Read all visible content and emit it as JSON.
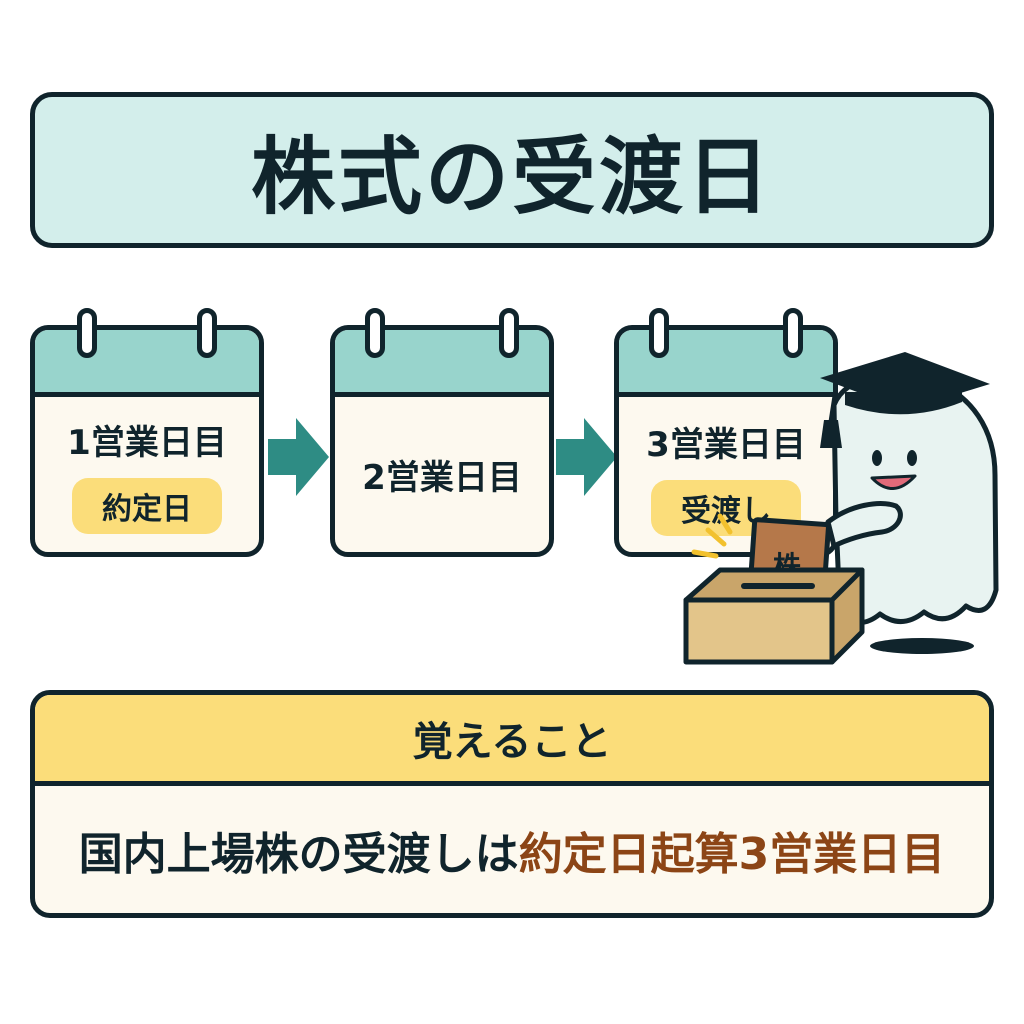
{
  "title": "株式の受渡日",
  "calendars": [
    {
      "day": "1営業日目",
      "tag": "約定日"
    },
    {
      "day": "2営業日目",
      "tag": ""
    },
    {
      "day": "3営業日目",
      "tag": "受渡し"
    }
  ],
  "box_label": "株",
  "memo": {
    "heading": "覚えること",
    "text_plain": "国内上場株の受渡しは",
    "text_emphasis": "約定日起算3営業日目"
  },
  "colors": {
    "outline": "#10242c",
    "title_bg": "#d3eeeb",
    "calendar_header": "#98d4cc",
    "arrow": "#2e8c84",
    "highlight": "#fbdd7a",
    "emphasis_text": "#8c4516",
    "box": "#e3c58a"
  }
}
